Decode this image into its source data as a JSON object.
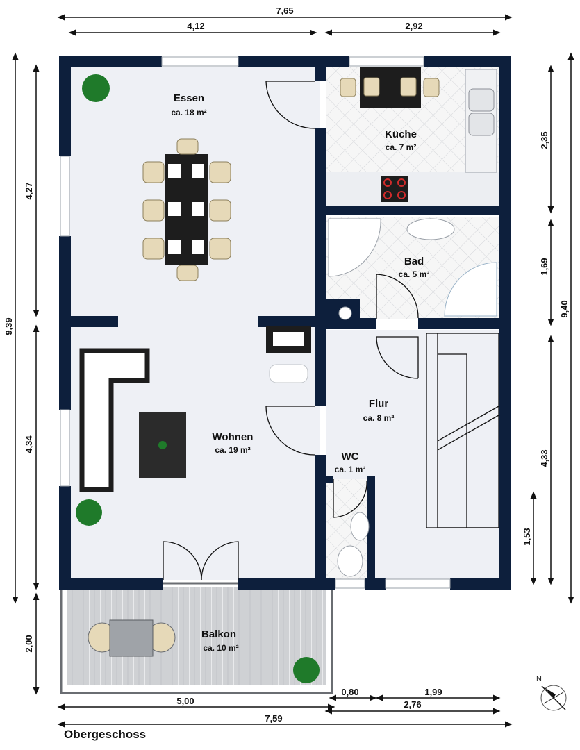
{
  "plan": {
    "caption": "Obergeschoss",
    "compass": "N",
    "rooms": [
      {
        "name": "Essen",
        "area": "ca. 18 m²"
      },
      {
        "name": "Küche",
        "area": "ca. 7 m²"
      },
      {
        "name": "Bad",
        "area": "ca. 5 m²"
      },
      {
        "name": "Flur",
        "area": "ca. 8 m²"
      },
      {
        "name": "Wohnen",
        "area": "ca. 19 m²"
      },
      {
        "name": "WC",
        "area": "ca. 1 m²"
      },
      {
        "name": "Balkon",
        "area": "ca. 10 m²"
      }
    ],
    "dimensions": {
      "top_total": "7,65",
      "top_left": "4,12",
      "top_right": "2,92",
      "left_total": "9,39",
      "left_upper": "4,27",
      "left_lower": "4,34",
      "left_balcony": "2,00",
      "right_total": "9,40",
      "right_upper": "2,35",
      "right_mid": "1,69",
      "right_lower": "4,33",
      "right_small": "1,53",
      "bottom_balcony": "5,00",
      "bottom_gap": "0,80",
      "bottom_right": "1,99",
      "bottom_mid": "2,76",
      "bottom_total": "7,59"
    },
    "colors": {
      "wall": "#0d1f3c",
      "floor": "#eef0f5",
      "tile": "#f4f4f4",
      "deck": "#cdcfd2"
    }
  }
}
